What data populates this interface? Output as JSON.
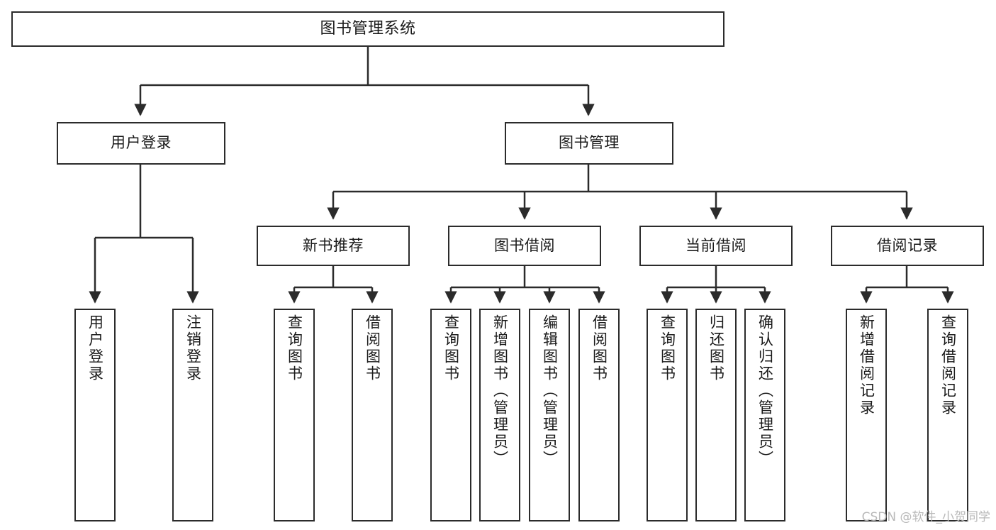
{
  "diagram": {
    "type": "tree",
    "title": "图书管理系统",
    "watermark": "CSDN @软件_小贺同学",
    "colors": {
      "stroke": "#2b2b2b",
      "fill": "#ffffff",
      "text": "#1a1a1a",
      "watermark": "#b9b9b9"
    },
    "nodes": {
      "root": {
        "label": "图书管理系统"
      },
      "level2": [
        {
          "label": "用户登录"
        },
        {
          "label": "图书管理"
        }
      ],
      "level3": [
        {
          "label": "新书推荐"
        },
        {
          "label": "图书借阅"
        },
        {
          "label": "当前借阅"
        },
        {
          "label": "借阅记录"
        }
      ],
      "leaves_user_login": [
        {
          "label": "用户登录"
        },
        {
          "label": "注销登录"
        }
      ],
      "leaves_new_book": [
        {
          "label": "查询图书"
        },
        {
          "label": "借阅图书"
        }
      ],
      "leaves_borrow": [
        {
          "label": "查询图书"
        },
        {
          "label": "新增图书（管理员）"
        },
        {
          "label": "编辑图书（管理员）"
        },
        {
          "label": "借阅图书"
        }
      ],
      "leaves_current": [
        {
          "label": "查询图书"
        },
        {
          "label": "归还图书"
        },
        {
          "label": "确认归还（管理员）"
        }
      ],
      "leaves_records": [
        {
          "label": "新增借阅记录"
        },
        {
          "label": "查询借阅记录"
        }
      ]
    }
  }
}
